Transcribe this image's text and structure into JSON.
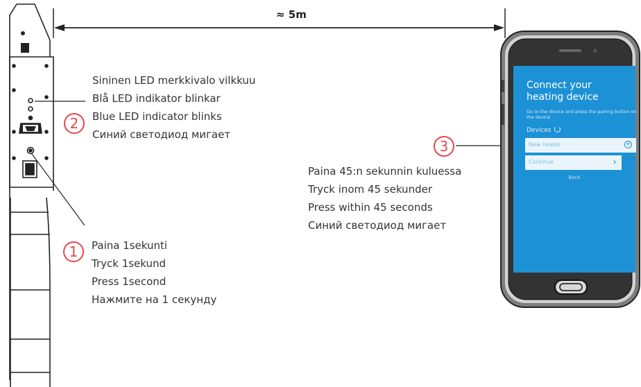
{
  "distance_label": "≈ 5m",
  "steps": [
    {
      "number": "1",
      "lines": [
        "Paina 1sekunti",
        "Tryck 1sekund",
        "Press 1second",
        "Нажмите на 1 секунду"
      ]
    },
    {
      "number": "2",
      "lines": [
        "Sininen LED merkkivalo vilkkuu",
        "Blå LED indikator blinkar",
        "Blue LED indicator blinks",
        "Синий светодиод мигает"
      ]
    },
    {
      "number": "3",
      "lines": [
        "Paina 45:n sekunnin kuluessa",
        "Tryck inom 45 sekunder",
        "Press within 45 seconds",
        "Синий светодиод мигает"
      ]
    }
  ],
  "phone_screen": {
    "title_line1": "Connect your",
    "title_line2": "heating device",
    "subtitle": "Go to the device and press the pairing button on the device",
    "devices_label": "Devices",
    "device_name": "New heater",
    "continue_label": "Continue",
    "back_label": "Back"
  },
  "colors": {
    "accent": "#e4474c",
    "screen": "#1d91d6",
    "outline": "#222222"
  }
}
